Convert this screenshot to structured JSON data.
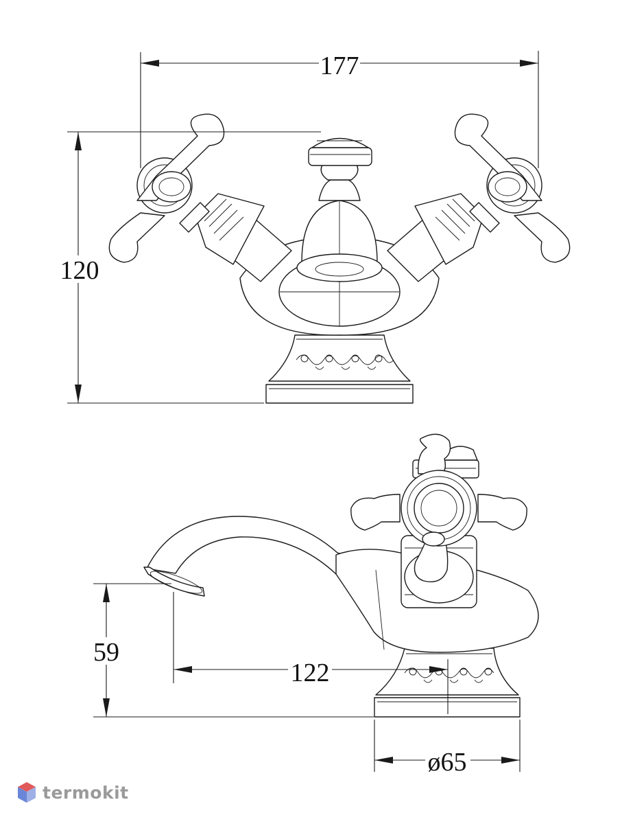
{
  "dimensions": {
    "width_top": "177",
    "height_top": "120",
    "spout_height": "59",
    "spout_reach": "122",
    "base_diameter": "ø65"
  },
  "watermark": {
    "brand": "termokit",
    "icon": "cube-logo-icon",
    "colors": {
      "top": "#e05a5a",
      "left": "#6a86d8",
      "right": "#9fb0e6"
    }
  }
}
